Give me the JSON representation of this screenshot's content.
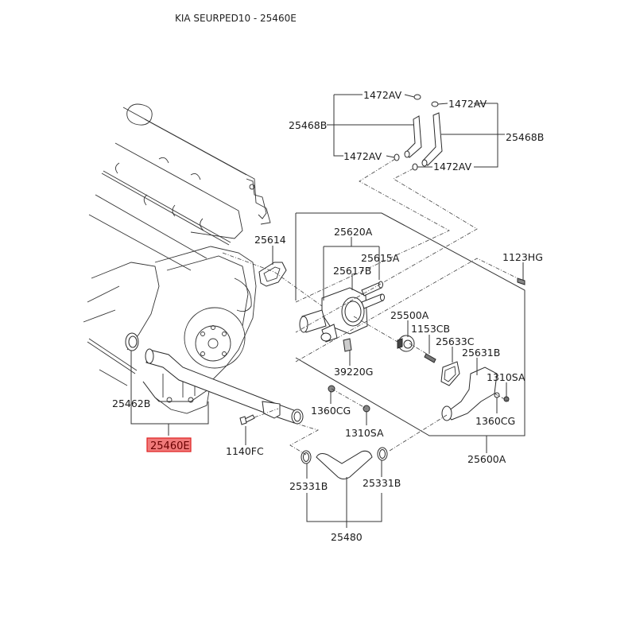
{
  "header": {
    "title": "KIA SEURPED10 - 25460E"
  },
  "highlight": {
    "part": "25460E",
    "fill": "#f07a7a",
    "border": "#e02020"
  },
  "labels": {
    "l1472av_a": "1472AV",
    "l1472av_b": "1472AV",
    "l1472av_c": "1472AV",
    "l1472av_d": "1472AV",
    "l25468b_left": "25468B",
    "l25468b_right": "25468B",
    "l25614": "25614",
    "l25620a": "25620A",
    "l25615a": "25615A",
    "l25617b": "25617B",
    "l1123hg": "1123HG",
    "l25500a": "25500A",
    "l1153cb": "1153CB",
    "l25633c": "25633C",
    "l25631b": "25631B",
    "l1310sa_right": "1310SA",
    "l39220g": "39220G",
    "l1360cg_left": "1360CG",
    "l1360cg_right": "1360CG",
    "l1310sa_left": "1310SA",
    "l25462b": "25462B",
    "l25460e": "25460E",
    "l1140fc": "1140FC",
    "l25331b_left": "25331B",
    "l25331b_right": "25331B",
    "l25600a": "25600A",
    "l25480": "25480"
  }
}
